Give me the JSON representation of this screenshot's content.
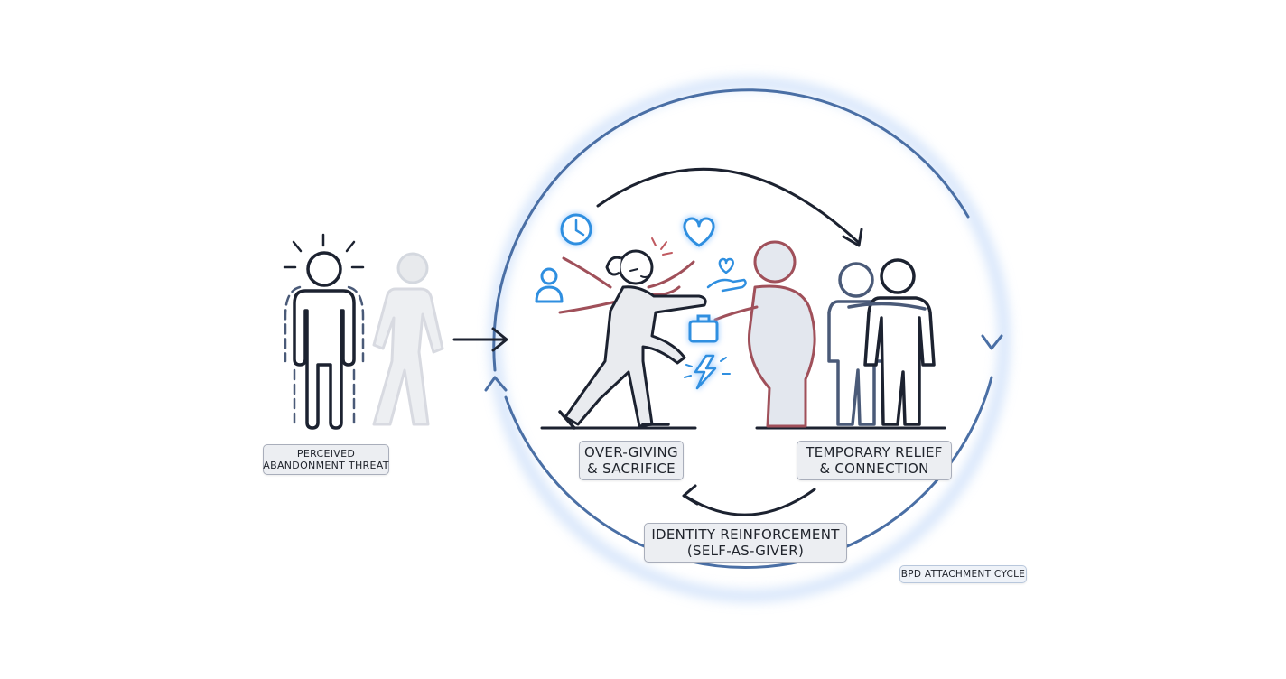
{
  "labels": {
    "threat": [
      "PERCEIVED",
      "ABANDONMENT THREAT"
    ],
    "over_giving": [
      "OVER-GIVING",
      "& SACRIFICE"
    ],
    "relief": [
      "TEMPORARY RELIEF",
      "& CONNECTION"
    ],
    "identity": [
      "IDENTITY REINFORCEMENT",
      "(SELF-AS-GIVER)"
    ],
    "cycle": "BPD ATTACHMENT CYCLE"
  },
  "icons": [
    "clock-icon",
    "heart-icon",
    "person-icon",
    "helping-hand-heart-icon",
    "briefcase-icon",
    "lightning-icon"
  ],
  "colors": {
    "cycle_ring": "#4a6fa5",
    "ring_glow": "#a9c7f5",
    "figure_stroke": "#1c2230",
    "icon_blue": "#2f8fe0",
    "partner_stroke": "#a0505a",
    "faded_figure": "#d4d7de"
  }
}
